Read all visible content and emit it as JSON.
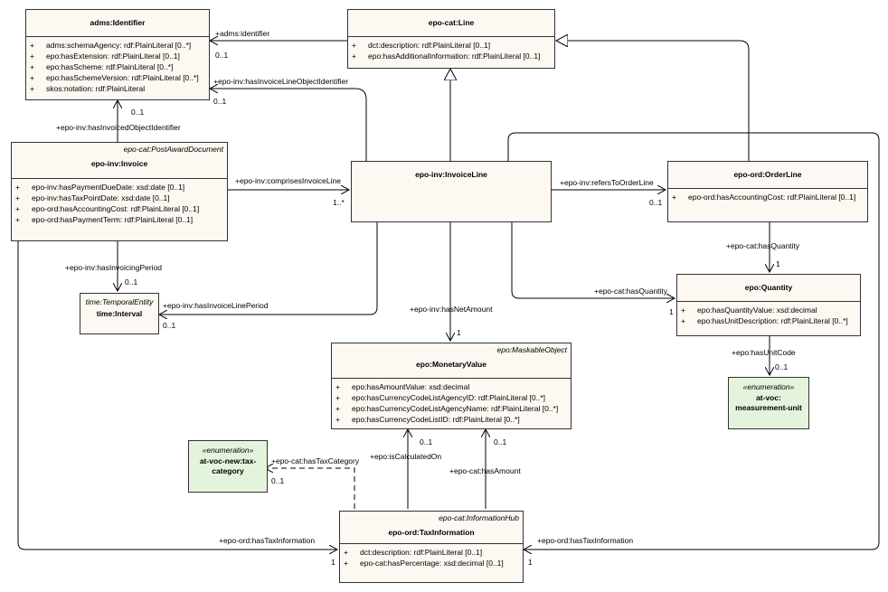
{
  "classes": {
    "identifier": {
      "title": "adms:Identifier",
      "attributes": [
        {
          "vis": "+",
          "text": "adms:schemaAgency: rdf:PlainLiteral [0..*]"
        },
        {
          "vis": "+",
          "text": "epo:hasExtension: rdf:PlainLiteral [0..1]"
        },
        {
          "vis": "+",
          "text": "epo:hasScheme: rdf:PlainLiteral [0..*]"
        },
        {
          "vis": "+",
          "text": "epo:hasSchemeVersion: rdf:PlainLiteral [0..*]"
        },
        {
          "vis": "+",
          "text": "skos:notation: rdf:PlainLiteral"
        }
      ]
    },
    "line": {
      "title": "epo-cat:Line",
      "attributes": [
        {
          "vis": "+",
          "text": "dct:description: rdf:PlainLiteral [0..1]"
        },
        {
          "vis": "+",
          "text": "epo:hasAdditionalInformation: rdf:PlainLiteral [0..1]"
        }
      ]
    },
    "invoice": {
      "stereotype": "epo-cat:PostAwardDocument",
      "title": "epo-inv:Invoice",
      "attributes": [
        {
          "vis": "+",
          "text": "epo-inv:hasPaymentDueDate: xsd:date [0..1]"
        },
        {
          "vis": "+",
          "text": "epo-inv:hasTaxPointDate: xsd:date [0..1]"
        },
        {
          "vis": "+",
          "text": "epo-ord:hasAccountingCost: rdf:PlainLiteral [0..1]"
        },
        {
          "vis": "+",
          "text": "epo-ord:hasPaymentTerm: rdf:PlainLiteral [0..1]"
        }
      ]
    },
    "invoiceLine": {
      "title": "epo-inv:InvoiceLine"
    },
    "orderLine": {
      "title": "epo-ord:OrderLine",
      "attributes": [
        {
          "vis": "+",
          "text": "epo-ord:hasAccountingCost: rdf:PlainLiteral [0..1]"
        }
      ]
    },
    "quantity": {
      "title": "epo:Quantity",
      "attributes": [
        {
          "vis": "+",
          "text": "epo:hasQuantityValue: xsd:decimal"
        },
        {
          "vis": "+",
          "text": "epo:hasUnitDescription: rdf:PlainLiteral [0..*]"
        }
      ]
    },
    "interval": {
      "stereotype": "time:TemporalEntity",
      "title": "time:Interval"
    },
    "monetaryValue": {
      "stereotype": "epo:MaskableObject",
      "title": "epo:MonetaryValue",
      "attributes": [
        {
          "vis": "+",
          "text": "epo:hasAmountValue: xsd:decimal"
        },
        {
          "vis": "+",
          "text": "epo:hasCurrencyCodeListAgencyID: rdf:PlainLiteral [0..*]"
        },
        {
          "vis": "+",
          "text": "epo:hasCurrencyCodeListAgencyName: rdf:PlainLiteral [0..*]"
        },
        {
          "vis": "+",
          "text": "epo:hasCurrencyCodeListID: rdf:PlainLiteral [0..*]"
        }
      ]
    },
    "measurementUnit": {
      "stereotype": "«enumeration»",
      "title_line1": "at-voc:",
      "title_line2": "measurement-unit"
    },
    "taxCategory": {
      "stereotype": "«enumeration»",
      "title_line1": "at-voc-new:tax-",
      "title_line2": "category"
    },
    "taxInformation": {
      "stereotype": "epo-cat:InformationHub",
      "title": "epo-ord:TaxInformation",
      "attributes": [
        {
          "vis": "+",
          "text": "dct:description: rdf:PlainLiteral [0..1]"
        },
        {
          "vis": "+",
          "text": "epo-cat:hasPercentage: xsd:decimal [0..1]"
        }
      ]
    }
  },
  "labels": {
    "admsIdentifier": "+adms:identifier",
    "admsIdentifierMult": "0..1",
    "invoiceLineObjectIdentifier": "+epo-inv:hasInvoiceLineObjectIdentifier",
    "invoiceLineObjectIdentifierMult": "0..1",
    "invoicedObjectIdentifier": "+epo-inv:hasInvoicedObjectIdentifier",
    "invoicedObjectIdentifierMult": "0..1",
    "comprisesInvoiceLine": "+epo-inv:comprisesInvoiceLine",
    "comprisesInvoiceLineMult": "1..*",
    "refersToOrderLine": "+epo-inv:refersToOrderLine",
    "refersToOrderLineMult": "0..1",
    "hasQuantityOrder": "+epo-cat:hasQuantity",
    "hasQuantityOrderMult": "1",
    "hasQuantityLine": "+epo-cat:hasQuantity",
    "hasQuantityLineMult": "1",
    "invoicingPeriod": "+epo-inv:hasInvoicingPeriod",
    "invoicingPeriodMult": "0..1",
    "invoiceLinePeriod": "+epo-inv:hasInvoiceLinePeriod",
    "invoiceLinePeriodMult": "0..1",
    "netAmount": "+epo-inv:hasNetAmount",
    "netAmountMult": "1",
    "unitCode": "+epo:hasUnitCode",
    "unitCodeMult": "0..1",
    "taxCategory": "+epo-cat:hasTaxCategory",
    "taxCategoryMult": "0..1",
    "isCalculatedOn": "+epo:isCalculatedOn",
    "isCalculatedOnMult": "0..1",
    "hasAmount": "+epo-cat:hasAmount",
    "hasAmountMult": "0..1",
    "taxInfoLeft": "+epo-ord:hasTaxInformation",
    "taxInfoLeftMult": "1",
    "taxInfoRight": "+epo-ord:hasTaxInformation",
    "taxInfoRightMult": "1"
  }
}
